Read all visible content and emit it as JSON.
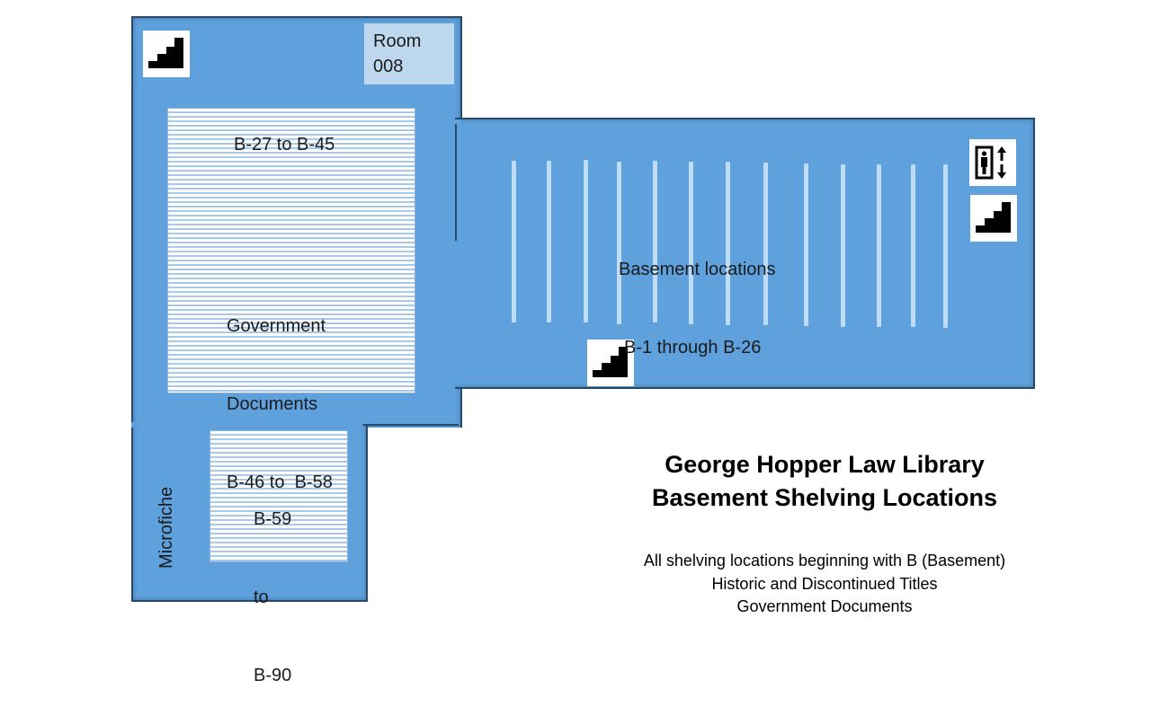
{
  "title": {
    "line1": "George Hopper Law Library",
    "line2": "Basement Shelving Locations"
  },
  "notes": [
    "All shelving locations beginning with B (Basement)",
    "Historic and Discontinued Titles",
    "Government  Documents"
  ],
  "rooms": {
    "room_008": {
      "line1": "Room",
      "line2": "008"
    }
  },
  "areas": {
    "b27": "B-27 to B-45",
    "gov_docs": {
      "line1": "Government",
      "line2": "Documents",
      "line3": "B-46 to  B-58"
    },
    "b59": {
      "line1": "B-59",
      "line2": "to",
      "line3": "B-90"
    },
    "basement": {
      "line1": "Basement locations",
      "line2": "B-1 through B-26"
    },
    "microfiche": "Microfiche"
  },
  "icons": {
    "stairs": "stairs-icon",
    "elevator": "elevator-icon"
  },
  "colors": {
    "floor": "#5ea1dd",
    "floor_border": "#27496b",
    "room": "#bdd7ee",
    "shelving_stripe": "#a9c9ea",
    "stack": "#bedcf5"
  }
}
